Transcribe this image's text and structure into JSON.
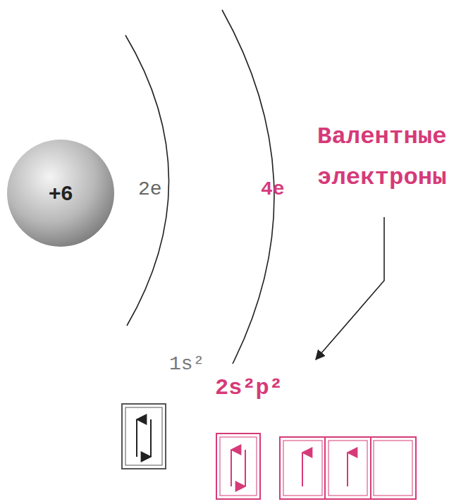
{
  "diagram": {
    "nodes": [
      {
        "text": [
          "+6"
        ]
      }
    ],
    "labels": [
      "2e",
      "4e",
      "Валентные электроны",
      "1s²",
      "2s²p²"
    ]
  }
}
